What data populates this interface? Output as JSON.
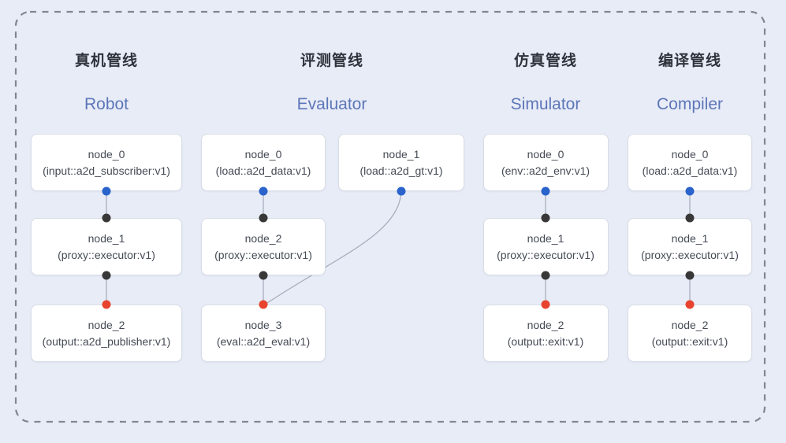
{
  "canvas": {
    "background": "#e8ecf7",
    "dashed_border_color": "#82878f",
    "edge_color": "#a8afbd",
    "card_border_color": "#d8dde6",
    "card_fill": "#ffffff"
  },
  "ports": {
    "blue": "#2a63cb",
    "black": "#383838",
    "red": "#e8432e"
  },
  "pipelines": [
    {
      "id": "robot",
      "title_cn": "真机管线",
      "title_en": "Robot",
      "nodes": [
        {
          "id": "node_0",
          "label": "node_0",
          "sub": "(input::a2d_subscriber:v1)",
          "row": 0,
          "col": 0,
          "dot_top": null,
          "dot_bottom": "blue"
        },
        {
          "id": "node_1",
          "label": "node_1",
          "sub": "(proxy::executor:v1)",
          "row": 1,
          "col": 0,
          "dot_top": "black",
          "dot_bottom": "black"
        },
        {
          "id": "node_2",
          "label": "node_2",
          "sub": "(output::a2d_publisher:v1)",
          "row": 2,
          "col": 0,
          "dot_top": "red",
          "dot_bottom": null
        }
      ],
      "edges": [
        {
          "from": "node_0",
          "to": "node_1",
          "shape": "line"
        },
        {
          "from": "node_1",
          "to": "node_2",
          "shape": "line"
        }
      ]
    },
    {
      "id": "evaluator",
      "title_cn": "评测管线",
      "title_en": "Evaluator",
      "nodes": [
        {
          "id": "node_0",
          "label": "node_0",
          "sub": "(load::a2d_data:v1)",
          "row": 0,
          "col": 0,
          "dot_top": null,
          "dot_bottom": "blue"
        },
        {
          "id": "node_1",
          "label": "node_1",
          "sub": "(load::a2d_gt:v1)",
          "row": 0,
          "col": 1,
          "dot_top": null,
          "dot_bottom": "blue"
        },
        {
          "id": "node_2",
          "label": "node_2",
          "sub": "(proxy::executor:v1)",
          "row": 1,
          "col": 0,
          "dot_top": "black",
          "dot_bottom": "black"
        },
        {
          "id": "node_3",
          "label": "node_3",
          "sub": "(eval::a2d_eval:v1)",
          "row": 2,
          "col": 0,
          "dot_top": "red",
          "dot_bottom": null
        }
      ],
      "edges": [
        {
          "from": "node_0",
          "to": "node_2",
          "shape": "line"
        },
        {
          "from": "node_2",
          "to": "node_3",
          "shape": "line"
        },
        {
          "from": "node_1",
          "to": "node_3",
          "shape": "curve"
        }
      ]
    },
    {
      "id": "simulator",
      "title_cn": "仿真管线",
      "title_en": "Simulator",
      "nodes": [
        {
          "id": "node_0",
          "label": "node_0",
          "sub": "(env::a2d_env:v1)",
          "row": 0,
          "col": 0,
          "dot_top": null,
          "dot_bottom": "blue"
        },
        {
          "id": "node_1",
          "label": "node_1",
          "sub": "(proxy::executor:v1)",
          "row": 1,
          "col": 0,
          "dot_top": "black",
          "dot_bottom": "black"
        },
        {
          "id": "node_2",
          "label": "node_2",
          "sub": "(output::exit:v1)",
          "row": 2,
          "col": 0,
          "dot_top": "red",
          "dot_bottom": null
        }
      ],
      "edges": [
        {
          "from": "node_0",
          "to": "node_1",
          "shape": "line"
        },
        {
          "from": "node_1",
          "to": "node_2",
          "shape": "line"
        }
      ]
    },
    {
      "id": "compiler",
      "title_cn": "编译管线",
      "title_en": "Compiler",
      "nodes": [
        {
          "id": "node_0",
          "label": "node_0",
          "sub": "(load::a2d_data:v1)",
          "row": 0,
          "col": 0,
          "dot_top": null,
          "dot_bottom": "blue"
        },
        {
          "id": "node_1",
          "label": "node_1",
          "sub": "(proxy::executor:v1)",
          "row": 1,
          "col": 0,
          "dot_top": "black",
          "dot_bottom": "black"
        },
        {
          "id": "node_2",
          "label": "node_2",
          "sub": "(output::exit:v1)",
          "row": 2,
          "col": 0,
          "dot_top": "red",
          "dot_bottom": null
        }
      ],
      "edges": [
        {
          "from": "node_0",
          "to": "node_1",
          "shape": "line"
        },
        {
          "from": "node_1",
          "to": "node_2",
          "shape": "line"
        }
      ]
    }
  ]
}
